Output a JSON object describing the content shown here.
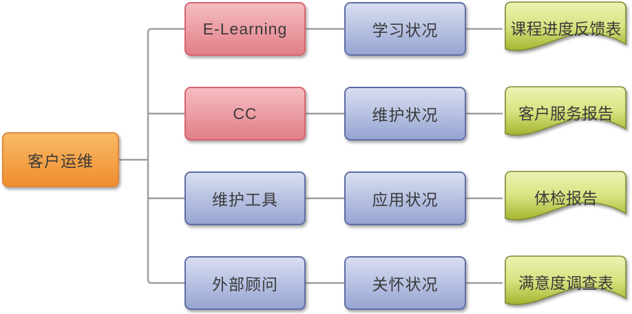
{
  "diagram": {
    "type": "hierarchy-flow",
    "root": {
      "label": "客户运维"
    },
    "rows": [
      {
        "source": "E-Learning",
        "status": "学习状况",
        "report": "课程进度反馈表",
        "source_variant": "pink"
      },
      {
        "source": "CC",
        "status": "维护状况",
        "report": "客户服务报告",
        "source_variant": "pink"
      },
      {
        "source": "维护工具",
        "status": "应用状况",
        "report": "体检报告",
        "source_variant": "blue"
      },
      {
        "source": "外部顾问",
        "status": "关怀状况",
        "report": "满意度调查表",
        "source_variant": "blue"
      }
    ],
    "colors": {
      "background": "#ffffff",
      "text": "#3a3a3a",
      "connector": "#9e9e9e",
      "root_top": "#f9ba66",
      "root_bottom": "#ef8e2f",
      "root_border": "#e0863c",
      "pink_top": "#f5bdc1",
      "pink_bottom": "#e17f86",
      "pink_border": "#d9636d",
      "blue_top": "#d9def1",
      "blue_bottom": "#96a5d2",
      "blue_border": "#5e6da3",
      "green_top": "#ecf2b2",
      "green_mid": "#d9e382",
      "green_bottom": "#a5b32f",
      "green_border": "#7f8c33"
    }
  }
}
